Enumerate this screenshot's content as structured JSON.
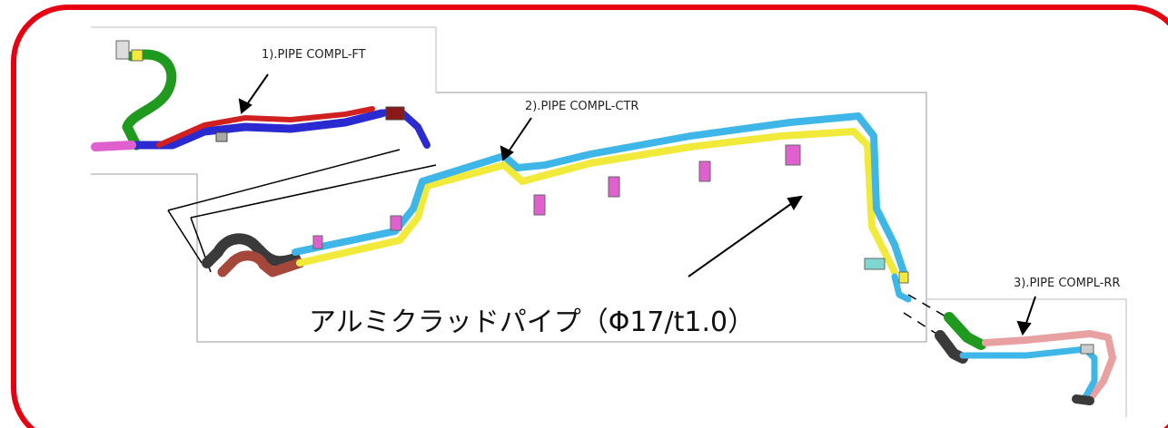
{
  "frame_color": "#e60012",
  "parts": [
    {
      "key": "ft",
      "label": "1).PIPE COMPL-FT"
    },
    {
      "key": "ctr",
      "label": "2).PIPE COMPL-CTR"
    },
    {
      "key": "rr",
      "label": "3).PIPE COMPL-RR"
    }
  ],
  "material_note": "アルミクラッドパイプ（Φ17/t1.0）",
  "pipe_colors": {
    "blue": "#2a2ad0",
    "red": "#d02020",
    "green": "#1f9a1f",
    "yellow": "#f2ea3a",
    "cyan": "#3fb6e8",
    "magenta": "#e060d0",
    "brown": "#a5473a",
    "dark": "#3a3a3a",
    "pink": "#e8a0a0"
  }
}
